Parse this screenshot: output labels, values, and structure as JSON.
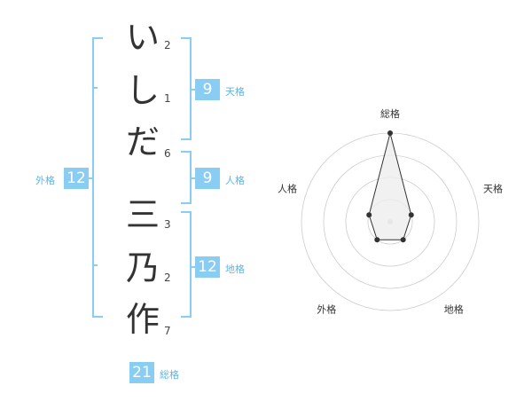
{
  "name_chars": [
    {
      "char": "い",
      "strokes": "2"
    },
    {
      "char": "し",
      "strokes": "1"
    },
    {
      "char": "だ",
      "strokes": "6"
    },
    {
      "char": "三",
      "strokes": "3"
    },
    {
      "char": "乃",
      "strokes": "2"
    },
    {
      "char": "作",
      "strokes": "7"
    }
  ],
  "kaku": {
    "ten": {
      "value": "9",
      "label": "天格"
    },
    "jin": {
      "value": "9",
      "label": "人格"
    },
    "chi": {
      "value": "12",
      "label": "地格"
    },
    "gai": {
      "value": "12",
      "label": "外格"
    },
    "sou": {
      "value": "21",
      "label": "総格"
    }
  },
  "chart_data": {
    "type": "radar",
    "axes": [
      "総格",
      "天格",
      "地格",
      "外格",
      "人格"
    ],
    "values": [
      4,
      1,
      1,
      1,
      1
    ],
    "max": 4,
    "rings": 4
  },
  "colors": {
    "accent": "#8acdf2",
    "label": "#5db5e8",
    "polygon_fill": "#eeeeee",
    "ring": "#cccccc"
  }
}
